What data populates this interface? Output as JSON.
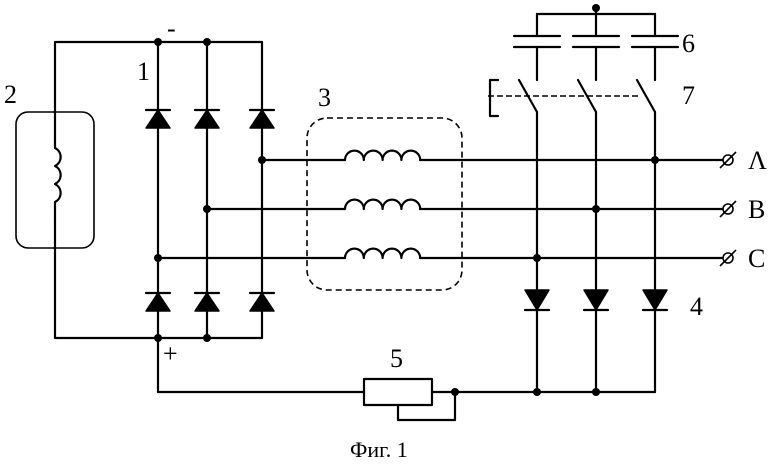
{
  "diagram": {
    "labels": {
      "n1": "1",
      "n2": "2",
      "n3": "3",
      "n4": "4",
      "n5": "5",
      "n6": "6",
      "n7": "7",
      "minus": "-",
      "plus": "+",
      "phase_a": "Λ",
      "phase_b": "B",
      "phase_c": "C"
    },
    "caption": "Фиг. 1"
  }
}
